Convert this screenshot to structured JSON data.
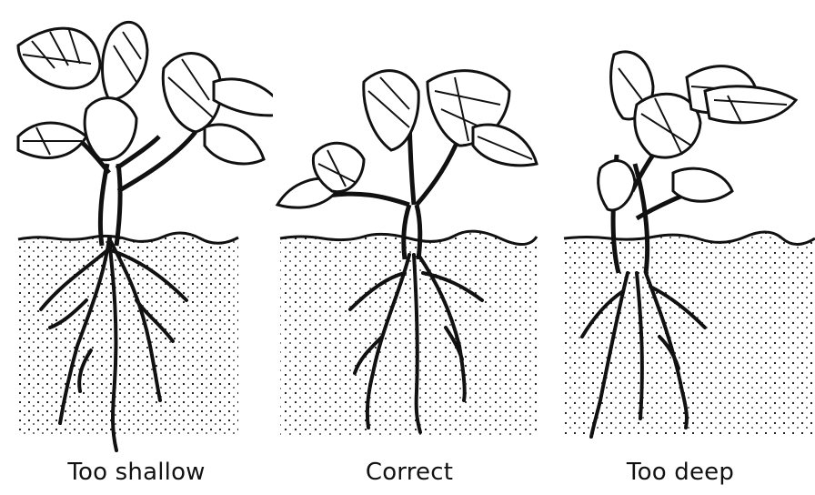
{
  "panels": [
    {
      "id": "shallow",
      "label": "Too shallow"
    },
    {
      "id": "correct",
      "label": "Correct"
    },
    {
      "id": "deep",
      "label": "Too deep"
    }
  ]
}
